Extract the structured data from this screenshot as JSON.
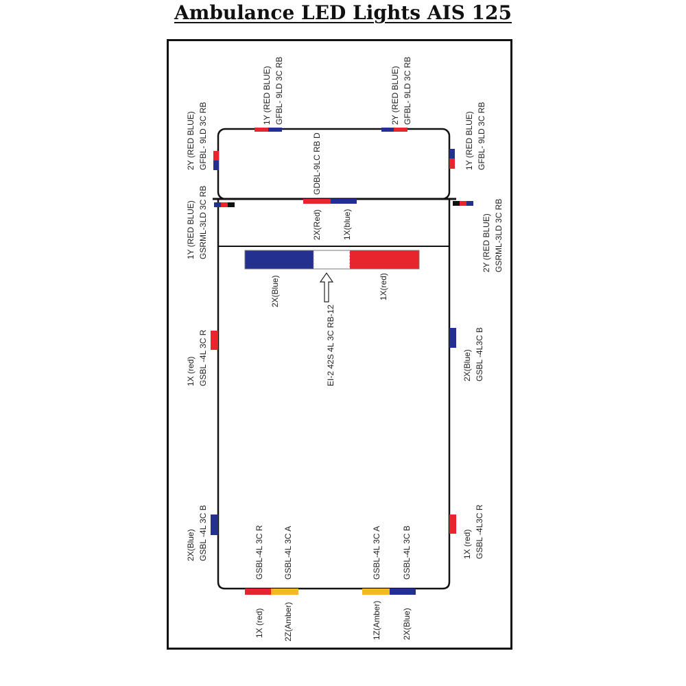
{
  "title": "Ambulance LED Lights AIS 125",
  "colors": {
    "red": "#e8252c",
    "blue": "#24308f",
    "amber": "#f5b820",
    "outline": "#111111"
  },
  "labels": {
    "top_left_code": "GFBL- 9LD 3C RB",
    "top_left_qty": "1Y (RED BLUE)",
    "top_right_code": "GFBL- 9LD 3C RB",
    "top_right_qty": "2Y (RED BLUE)",
    "upper_left_side_code": "GFBL- 9LD 3C RB",
    "upper_left_side_qty": "2Y (RED BLUE)",
    "upper_right_side_code": "GFBL- 9LD 3C RB",
    "upper_right_side_qty": "1Y (RED BLUE)",
    "center_bar_code": "GDBL-9LC RB D",
    "center_red_qty": "2X(Red)",
    "center_blue_qty": "1X(blue)",
    "left_marker_code": "GSRML-3LD 3C RB",
    "left_marker_qty": "1Y (RED BLUE)",
    "right_marker_code": "GSRML-3LD 3C RB",
    "right_marker_qty": "2Y (RED BLUE)",
    "lightbar_blue_qty": "2X(Blue)",
    "lightbar_red_qty": "1X(red)",
    "lightbar_code": "EI-2 42S 4L 3C RB-12",
    "left_mid_code": "GSBL -4L 3C R",
    "left_mid_qty": "1X (red)",
    "right_mid_code": "GSBL -4L3C B",
    "right_mid_qty": "2X(Blue)",
    "left_low_code": "GSBL -4L 3C B",
    "left_low_qty": "2X(Blue)",
    "right_low_code": "GSBL -4L3C R",
    "right_low_qty": "1X (red)",
    "rear_1_code": "GSBL-4L 3C R",
    "rear_1_qty": "1X (red)",
    "rear_2_code": "GSBL-4L 3C A",
    "rear_2_qty": "2Z(Amber)",
    "rear_3_code": "GSBL-4L 3C A",
    "rear_3_qty": "1Z(Amber)",
    "rear_4_code": "GSBL-4L 3C B",
    "rear_4_qty": "2X(Blue)"
  }
}
